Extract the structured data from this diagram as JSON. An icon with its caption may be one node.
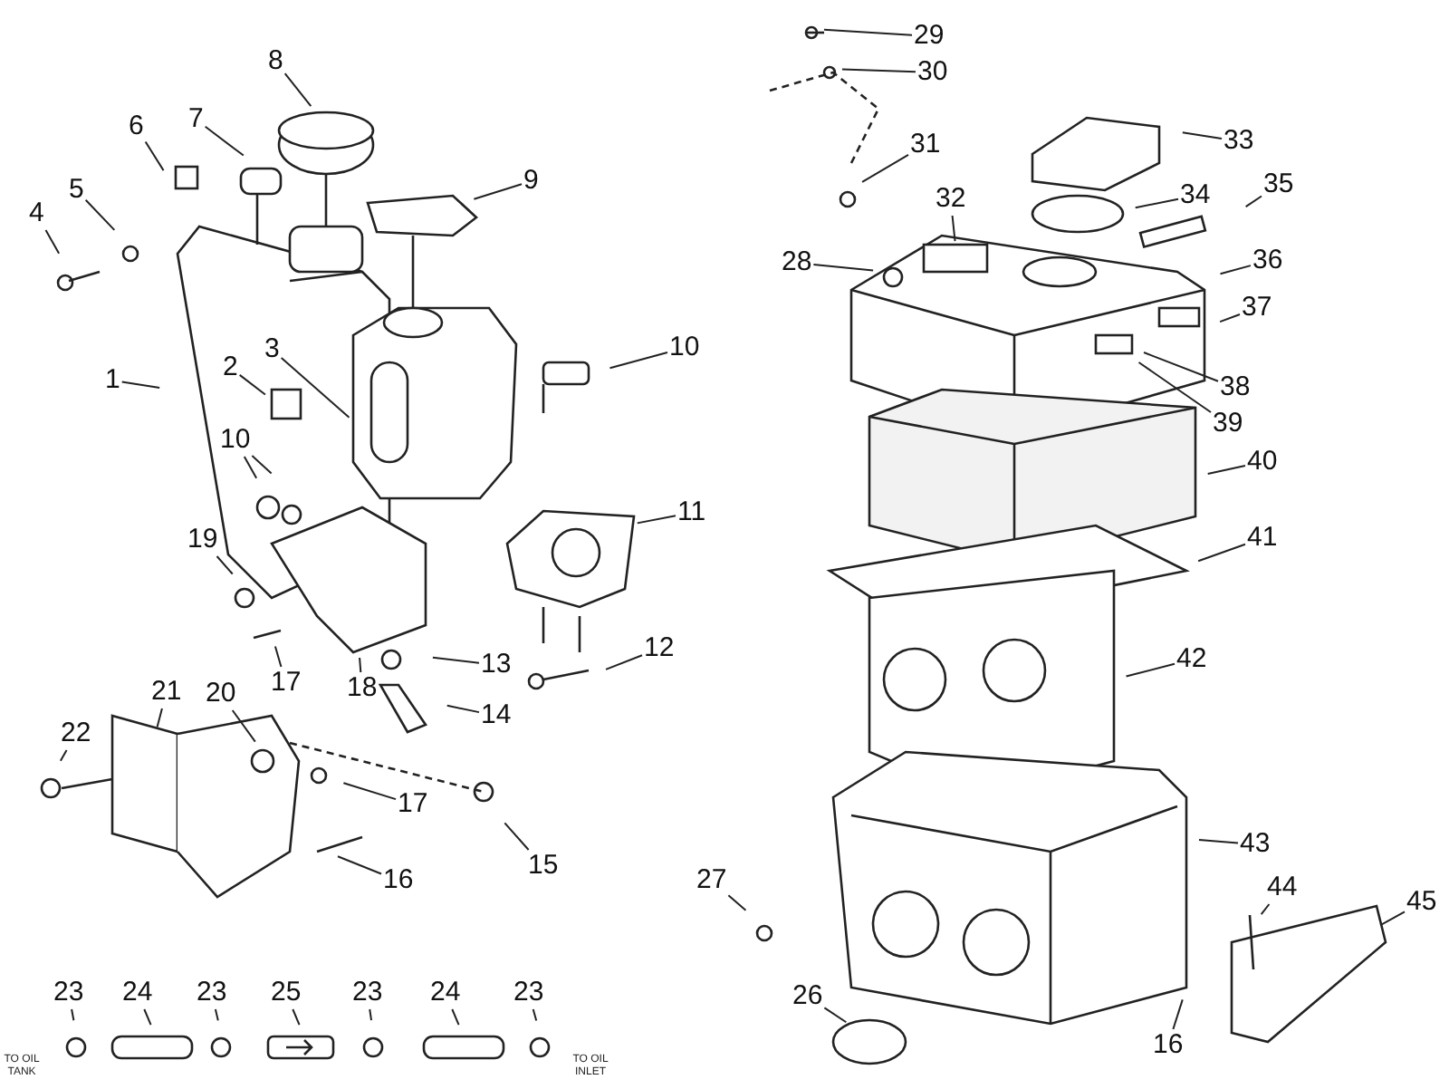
{
  "diagram": {
    "nodes": [
      {
        "text": [
          "8"
        ]
      },
      {
        "text": [
          "7"
        ]
      },
      {
        "text": [
          "6"
        ]
      },
      {
        "text": [
          "9"
        ]
      },
      {
        "text": [
          "5"
        ]
      },
      {
        "text": [
          "4"
        ]
      },
      {
        "text": [
          "3"
        ]
      },
      {
        "text": [
          "1"
        ]
      },
      {
        "text": [
          "2"
        ]
      },
      {
        "text": [
          "10"
        ]
      },
      {
        "text": [
          "10"
        ]
      },
      {
        "text": [
          "11"
        ]
      },
      {
        "text": [
          "19"
        ]
      },
      {
        "text": [
          "17"
        ]
      },
      {
        "text": [
          "18"
        ]
      },
      {
        "text": [
          "13"
        ]
      },
      {
        "text": [
          "12"
        ]
      },
      {
        "text": [
          "14"
        ]
      },
      {
        "text": [
          "20"
        ]
      },
      {
        "text": [
          "21"
        ]
      },
      {
        "text": [
          "17"
        ]
      },
      {
        "text": [
          "22"
        ]
      },
      {
        "text": [
          "15"
        ]
      },
      {
        "text": [
          "16"
        ]
      },
      {
        "text": [
          "23"
        ]
      },
      {
        "text": [
          "24"
        ]
      },
      {
        "text": [
          "23"
        ]
      },
      {
        "text": [
          "25"
        ]
      },
      {
        "text": [
          "23"
        ]
      },
      {
        "text": [
          "24"
        ]
      },
      {
        "text": [
          "23"
        ]
      },
      {
        "text": [
          "29"
        ]
      },
      {
        "text": [
          "30"
        ]
      },
      {
        "text": [
          "31"
        ]
      },
      {
        "text": [
          "32"
        ]
      },
      {
        "text": [
          "33"
        ]
      },
      {
        "text": [
          "34"
        ]
      },
      {
        "text": [
          "35"
        ]
      },
      {
        "text": [
          "28"
        ]
      },
      {
        "text": [
          "36"
        ]
      },
      {
        "text": [
          "37"
        ]
      },
      {
        "text": [
          "38"
        ]
      },
      {
        "text": [
          "39"
        ]
      },
      {
        "text": [
          "40"
        ]
      },
      {
        "text": [
          "41"
        ]
      },
      {
        "text": [
          "42"
        ]
      },
      {
        "text": [
          "43"
        ]
      },
      {
        "text": [
          "27"
        ]
      },
      {
        "text": [
          "44"
        ]
      },
      {
        "text": [
          "45"
        ]
      },
      {
        "text": [
          "16"
        ]
      },
      {
        "text": [
          "26"
        ]
      }
    ],
    "edges": [
      {
        "from": 0,
        "to": null,
        "arrow": "none"
      },
      {
        "from": 1,
        "to": null,
        "arrow": "none"
      },
      {
        "from": 2,
        "to": null,
        "arrow": "none"
      },
      {
        "from": 3,
        "to": null,
        "arrow": "none"
      },
      {
        "from": 4,
        "to": null,
        "arrow": "none"
      },
      {
        "from": 5,
        "to": null,
        "arrow": "none"
      },
      {
        "from": 6,
        "to": null,
        "arrow": "none"
      },
      {
        "from": 7,
        "to": null,
        "arrow": "none"
      },
      {
        "from": 8,
        "to": null,
        "arrow": "none"
      },
      {
        "from": 9,
        "to": null,
        "arrow": "none"
      },
      {
        "from": 10,
        "to": null,
        "arrow": "none"
      },
      {
        "from": 11,
        "to": null,
        "arrow": "none"
      },
      {
        "from": 12,
        "to": null,
        "arrow": "none"
      },
      {
        "from": 13,
        "to": null,
        "arrow": "none"
      },
      {
        "from": 14,
        "to": null,
        "arrow": "none"
      },
      {
        "from": 15,
        "to": null,
        "arrow": "none"
      },
      {
        "from": 16,
        "to": null,
        "arrow": "none"
      },
      {
        "from": 17,
        "to": null,
        "arrow": "none"
      },
      {
        "from": 18,
        "to": null,
        "arrow": "none"
      },
      {
        "from": 19,
        "to": null,
        "arrow": "none"
      },
      {
        "from": 20,
        "to": null,
        "arrow": "none"
      },
      {
        "from": 21,
        "to": null,
        "arrow": "none"
      },
      {
        "from": 22,
        "to": null,
        "arrow": "none"
      },
      {
        "from": 23,
        "to": null,
        "arrow": "none"
      },
      {
        "from": 24,
        "to": null,
        "arrow": "none"
      },
      {
        "from": 25,
        "to": null,
        "arrow": "none"
      },
      {
        "from": 26,
        "to": null,
        "arrow": "none"
      },
      {
        "from": 27,
        "to": null,
        "arrow": "none"
      },
      {
        "from": 28,
        "to": null,
        "arrow": "none"
      },
      {
        "from": 29,
        "to": null,
        "arrow": "none"
      },
      {
        "from": 30,
        "to": null,
        "arrow": "none"
      },
      {
        "from": 31,
        "to": null,
        "arrow": "none"
      },
      {
        "from": 32,
        "to": null,
        "arrow": "none"
      },
      {
        "from": 33,
        "to": null,
        "arrow": "none"
      },
      {
        "from": 34,
        "to": null,
        "arrow": "none"
      },
      {
        "from": 35,
        "to": null,
        "arrow": "none"
      },
      {
        "from": 36,
        "to": null,
        "arrow": "none"
      },
      {
        "from": 37,
        "to": null,
        "arrow": "none"
      },
      {
        "from": 38,
        "to": null,
        "arrow": "none"
      },
      {
        "from": 39,
        "to": null,
        "arrow": "none"
      },
      {
        "from": 40,
        "to": null,
        "arrow": "none"
      },
      {
        "from": 41,
        "to": null,
        "arrow": "none"
      },
      {
        "from": 42,
        "to": null,
        "arrow": "none"
      },
      {
        "from": 43,
        "to": null,
        "arrow": "none"
      },
      {
        "from": 44,
        "to": null,
        "arrow": "none"
      },
      {
        "from": 45,
        "to": null,
        "arrow": "none"
      },
      {
        "from": 46,
        "to": null,
        "arrow": "none"
      },
      {
        "from": 47,
        "to": null,
        "arrow": "none"
      },
      {
        "from": 48,
        "to": null,
        "arrow": "none"
      },
      {
        "from": 49,
        "to": null,
        "arrow": "none"
      },
      {
        "from": 50,
        "to": null,
        "arrow": "none"
      },
      {
        "from": 51,
        "to": null,
        "arrow": "none"
      },
      {
        "from": 10,
        "to": null,
        "arrow": "none"
      }
    ],
    "labels": [
      "TO OIL TANK",
      "TO OIL INLET"
    ]
  }
}
